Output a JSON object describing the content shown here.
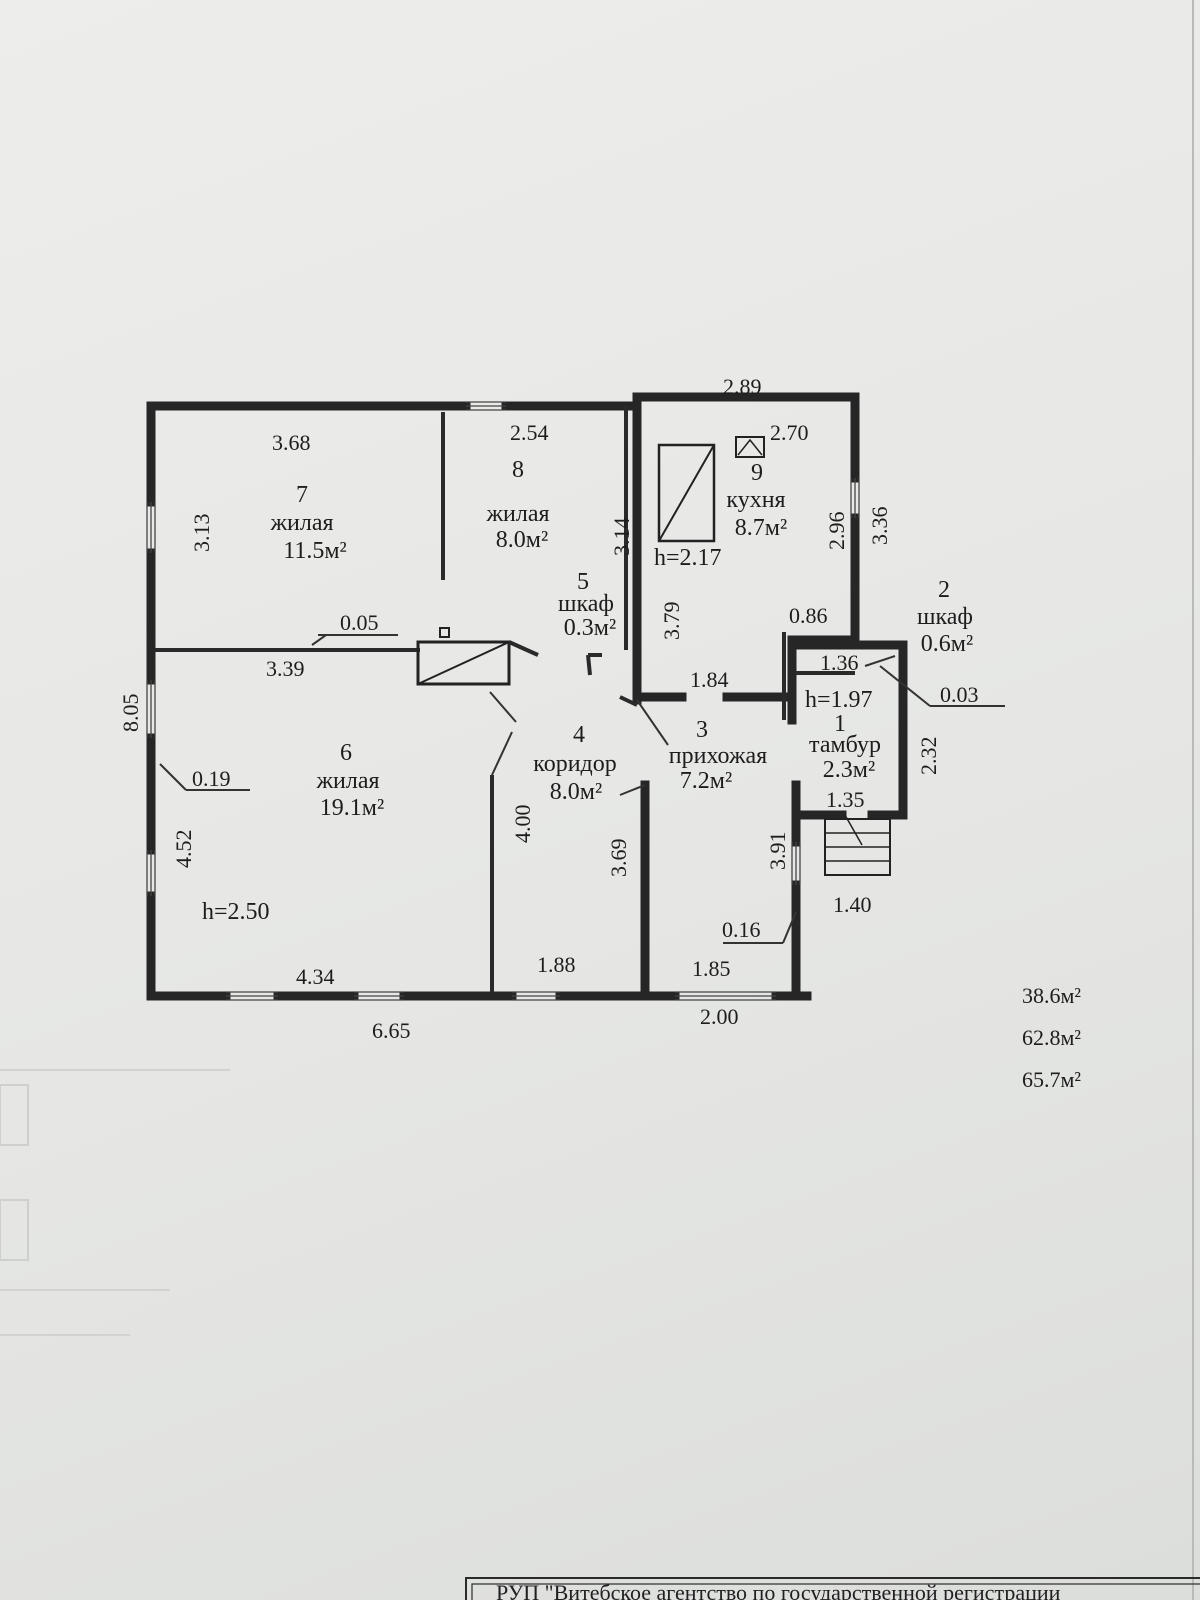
{
  "rooms": [
    {
      "num": "7",
      "name": "жилая",
      "area": "11.5м²"
    },
    {
      "num": "8",
      "name": "жилая",
      "area": "8.0м²"
    },
    {
      "num": "9",
      "name": "кухня",
      "area": "8.7м²"
    },
    {
      "num": "5",
      "name": "шкаф",
      "area": "0.3м²"
    },
    {
      "num": "2",
      "name": "шкаф",
      "area": "0.6м²"
    },
    {
      "num": "6",
      "name": "жилая",
      "area": "19.1м²"
    },
    {
      "num": "4",
      "name": "коридор",
      "area": "8.0м²"
    },
    {
      "num": "3",
      "name": "прихожая",
      "area": "7.2м²"
    },
    {
      "num": "1",
      "name": "тамбур",
      "area": "2.3м²"
    }
  ],
  "heights": {
    "h_main": "h=2.50",
    "h_kitchen": "h=2.17",
    "h_tambur": "h=1.97"
  },
  "dims": {
    "d289": "2.89",
    "d368": "3.68",
    "d254": "2.54",
    "d270": "2.70",
    "d313": "3.13",
    "d314": "3.14",
    "d296": "2.96",
    "d336": "3.36",
    "d379": "3.79",
    "d005": "0.05",
    "d339": "3.39",
    "d086": "0.86",
    "d136": "1.36",
    "d184": "1.84",
    "d003": "0.03",
    "d805": "8.05",
    "d019": "0.19",
    "d232": "2.32",
    "d400": "4.00",
    "d452": "4.52",
    "d369": "3.69",
    "d391": "3.91",
    "d135": "1.35",
    "d140": "1.40",
    "d016": "0.16",
    "d434": "4.34",
    "d188": "1.88",
    "d185": "1.85",
    "d665": "6.65",
    "d200": "2.00"
  },
  "totals": [
    "38.6м²",
    "62.8м²",
    "65.7м²"
  ],
  "stamp": "РУП \"Витебское агентство по государственной регистрации"
}
